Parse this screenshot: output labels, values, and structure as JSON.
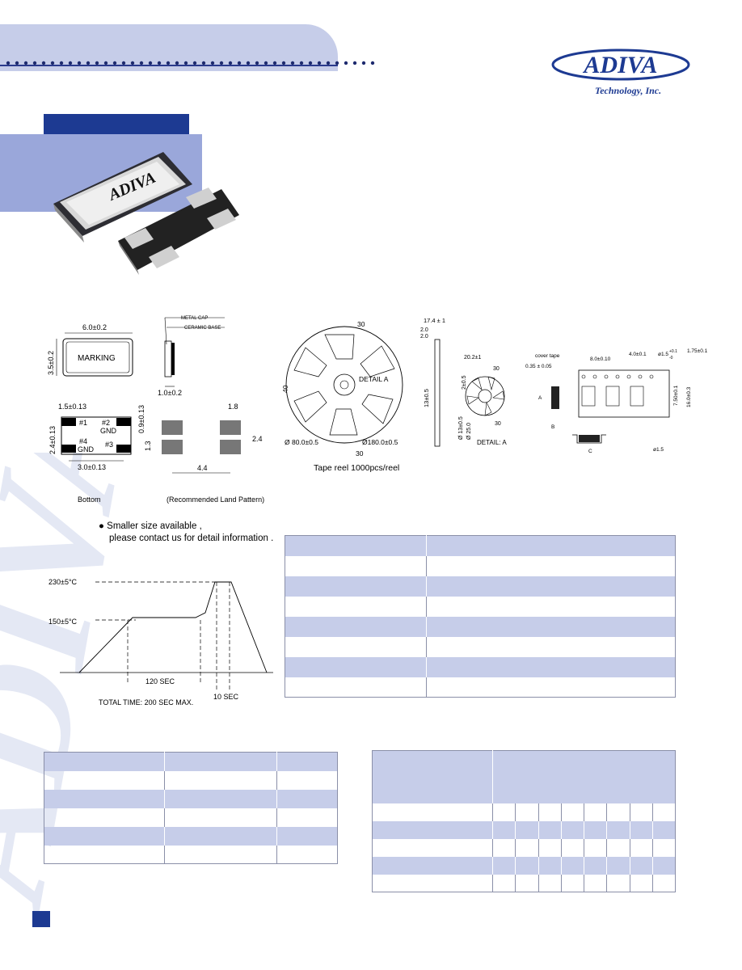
{
  "brand": {
    "logo_text": "ADIVA",
    "subtitle": "Technology, Inc."
  },
  "drawing1": {
    "metal_cap": "METAL CAP",
    "ceramic_base": "CERAMIC BASE",
    "width_dim": "6.0±0.2",
    "height_dim": "3.5±0.2",
    "marking": "MARKING",
    "thickness_dim": "1.0±0.2",
    "pad_width": "1.5±0.13",
    "pad_height": "0.9±0.13",
    "pad_pitch_v": "2.4±0.13",
    "pad_pitch_h": "3.0±0.13",
    "pin1": "#1",
    "pin2": "#2",
    "pin2_gnd": "GND",
    "pin4": "#4",
    "pin4_gnd": "GND",
    "pin3": "#3",
    "land_w": "1.8",
    "land_gap": "2.4",
    "land_h": "1.3",
    "land_pitch": "4.4",
    "bottom_label": "Bottom",
    "land_label": "(Recommended Land Pattern)"
  },
  "drawing2": {
    "angle_top": "30",
    "angle_left": "40",
    "angle_bottom": "30",
    "detail_a": "DETAIL A",
    "dia_inner": "Ø 80.0±0.5",
    "dia_outer": "Ø180.0±0.5",
    "width": "17.4 ± 1",
    "w2a": "2.0",
    "w2b": "2.0",
    "hub": "13±0.5",
    "caption": "Tape reel 1000pcs/reel"
  },
  "drawing3": {
    "dim_a": "20.2±1",
    "dim_b": "2±0.5",
    "dia13": "Ø 13±0.5",
    "dia25": "Ø 25.0",
    "angle1": "30",
    "angle2": "30",
    "detail": "DETAIL: A"
  },
  "drawing4": {
    "cover_tape": "cover tape",
    "t": "0.35 ± 0.05",
    "pitch8": "8.0±0.10",
    "pitch4": "4.0±0.1",
    "hole": "ø1.5",
    "hole_tol_p": "+0.1",
    "hole_tol_m": "-0",
    "edge": "1.75±0.1",
    "w75": "7.50±0.1",
    "w16": "16.0±0.3",
    "a": "A",
    "b": "B",
    "c": "C",
    "hole2": "ø1.5"
  },
  "notes": {
    "line1": "Smaller size available ,",
    "line2": "please contact us for detail information ."
  },
  "reflow": {
    "t_peak": "230±5°C",
    "t_pre": "150±5°C",
    "pre_time": "120 SEC",
    "peak_time": "10  SEC",
    "total": "TOTAL  TIME: 200 SEC MAX."
  },
  "colors": {
    "accent": "#1d3a92",
    "table_blue": "#c6cde9",
    "panel": "#9aa7da"
  }
}
